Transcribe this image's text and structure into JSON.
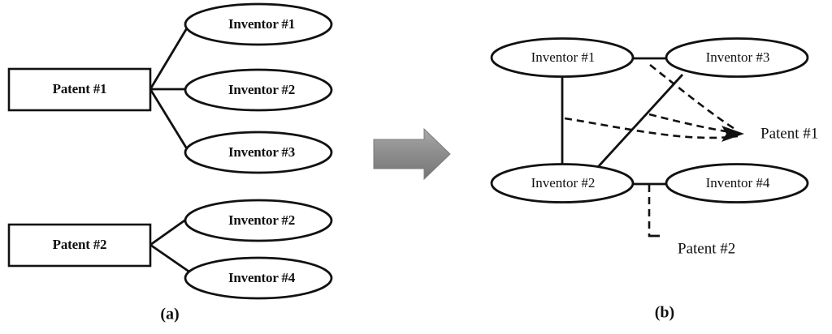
{
  "figure": {
    "background_color": "#ffffff",
    "line_color": "#111111",
    "arrow_color": "#8c8c8c"
  },
  "panel_a": {
    "caption": "(a)",
    "patents": [
      {
        "label": "Patent #1"
      },
      {
        "label": "Patent #2"
      }
    ],
    "inventors": [
      {
        "label": "Inventor #1"
      },
      {
        "label": "Inventor #2"
      },
      {
        "label": "Inventor #3"
      },
      {
        "label": "Inventor #2"
      },
      {
        "label": "Inventor #4"
      }
    ],
    "edges": [
      {
        "from": "Patent #1",
        "to": "Inventor #1",
        "style": "solid"
      },
      {
        "from": "Patent #1",
        "to": "Inventor #2",
        "style": "solid"
      },
      {
        "from": "Patent #1",
        "to": "Inventor #3",
        "style": "solid"
      },
      {
        "from": "Patent #2",
        "to": "Inventor #2",
        "style": "solid"
      },
      {
        "from": "Patent #2",
        "to": "Inventor #4",
        "style": "solid"
      }
    ]
  },
  "transform_arrow": {
    "name": "right-arrow",
    "direction": "right"
  },
  "panel_b": {
    "caption": "(b)",
    "inventors": [
      {
        "label": "Inventor #1"
      },
      {
        "label": "Inventor #3"
      },
      {
        "label": "Inventor #2"
      },
      {
        "label": "Inventor #4"
      }
    ],
    "annotations": [
      {
        "label": "Patent #1"
      },
      {
        "label": "Patent #2"
      }
    ],
    "edges": [
      {
        "from": "Inventor #1",
        "to": "Inventor #3",
        "style": "solid"
      },
      {
        "from": "Inventor #1",
        "to": "Inventor #2",
        "style": "solid"
      },
      {
        "from": "Inventor #3",
        "to": "Inventor #2",
        "style": "solid"
      },
      {
        "from": "Inventor #2",
        "to": "Inventor #4",
        "style": "solid"
      }
    ],
    "callouts": [
      {
        "target": "Patent #1",
        "source_edge": "Inventor #1 - Inventor #2",
        "style": "dashed"
      },
      {
        "target": "Patent #1",
        "source_edge": "Inventor #3 - Inventor #2",
        "style": "dashed"
      },
      {
        "target": "Patent #1",
        "source_edge": "Inventor #1 - Inventor #3",
        "style": "dashed"
      },
      {
        "target": "Patent #2",
        "source_edge": "Inventor #2 - Inventor #4",
        "style": "dashed"
      }
    ]
  }
}
